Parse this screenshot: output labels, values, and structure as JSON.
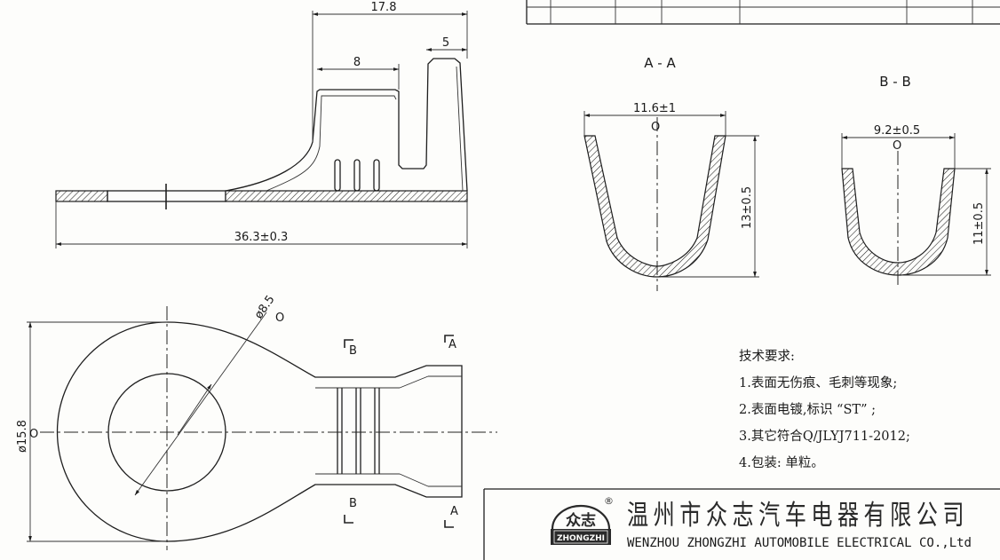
{
  "dimensions": {
    "overall_tab_length": "17.8",
    "crimp_length": "8",
    "tab_tip": "5",
    "total_length": "36.3±0.3",
    "hole_diameter": "ø8.5",
    "ring_diameter": "ø15.8",
    "aa_width": "11.6±1",
    "aa_height": "13±0.5",
    "bb_width": "9.2±0.5",
    "bb_height": "11±0.5",
    "circle_mark": "O"
  },
  "section_labels": {
    "aa_title": "A - A",
    "bb_title": "B - B",
    "cut_a": "A",
    "cut_b": "B"
  },
  "requirements": {
    "heading": "技术要求:",
    "items": [
      "1.表面无伤痕、毛刺等现象;",
      "2.表面电镀,标识 “ST” ;",
      "3.其它符合Q/JLYJ711-2012;",
      "4.包装: 单粒。"
    ]
  },
  "title_block": {
    "company_cn": "温州市众志汽车电器有限公司",
    "company_en": "WENZHOU ZHONGZHI AUTOMOBILE ELECTRICAL CO.,Ltd",
    "logo_text": "众志",
    "logo_sub": "ZHONGZHI",
    "registered_mark": "®"
  }
}
